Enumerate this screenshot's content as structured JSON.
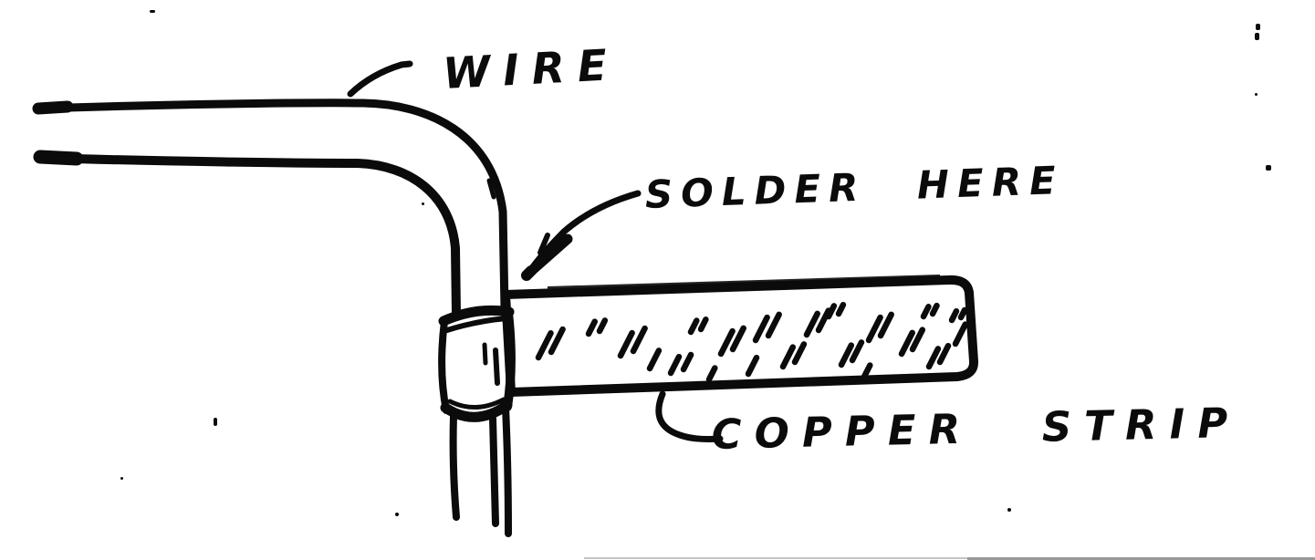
{
  "figure": {
    "background_color": "#ffffff",
    "ink_color": "#0b0b0b",
    "labels": {
      "wire": "WIRE",
      "solder": "SOLDER HERE",
      "copper": "COPPER STRIP"
    }
  }
}
